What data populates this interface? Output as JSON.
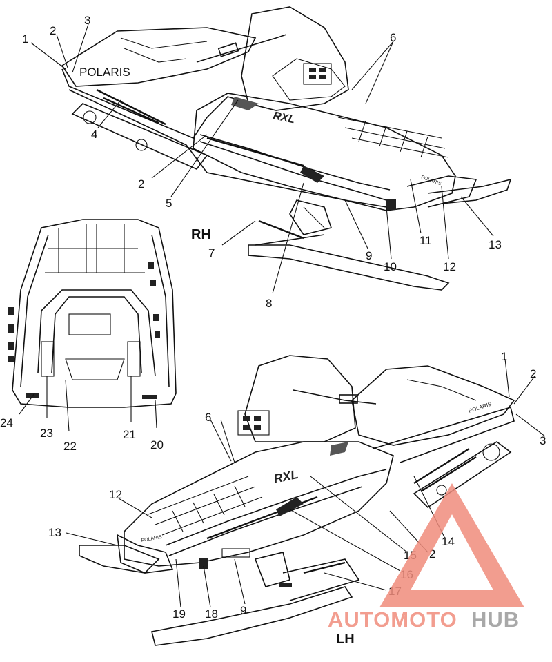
{
  "views": {
    "rh": {
      "label": "RH"
    },
    "lh": {
      "label": "LH"
    }
  },
  "hood_brand": "POLARIS",
  "hood_model": "RXL",
  "callouts_rh": [
    "1",
    "2",
    "3",
    "4",
    "2",
    "5",
    "6",
    "7",
    "8",
    "9",
    "10",
    "11",
    "12",
    "13"
  ],
  "callouts_top": [
    "23",
    "22",
    "21",
    "20",
    "24"
  ],
  "callouts_lh": [
    "1",
    "2",
    "3",
    "6",
    "12",
    "13",
    "14",
    "15",
    "2",
    "16",
    "17",
    "9",
    "18",
    "19"
  ],
  "watermark": {
    "part1": "AUTOMOTO",
    "part2": "HUB",
    "color_primary": "#f08c7c",
    "color_secondary": "#9a9a9a"
  }
}
